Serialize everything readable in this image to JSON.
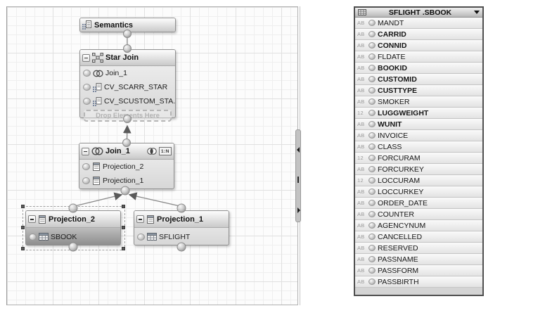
{
  "diagram": {
    "semantics": {
      "label": "Semantics"
    },
    "star_join": {
      "title": "Star Join",
      "items": [
        {
          "label": "Join_1"
        },
        {
          "label": "CV_SCARR_STAR"
        },
        {
          "label": "CV_SCUSTOM_STA."
        }
      ],
      "drop_zone_label": "Drop Elements Here"
    },
    "join": {
      "title": "Join_1",
      "cardinality": "1:N",
      "items": [
        {
          "label": "Projection_2"
        },
        {
          "label": "Projection_1"
        }
      ]
    },
    "projection_2": {
      "title": "Projection_2",
      "source": "SBOOK",
      "selected": true
    },
    "projection_1": {
      "title": "Projection_1",
      "source": "SFLIGHT",
      "selected": false
    }
  },
  "panel": {
    "title": "SFLIGHT .SBOOK",
    "header_icon": "table-icon",
    "dropdown_icon": "chevron-down-icon",
    "columns": [
      {
        "type": "AB",
        "name": "MANDT",
        "bold": false
      },
      {
        "type": "AB",
        "name": "CARRID",
        "bold": true
      },
      {
        "type": "AB",
        "name": "CONNID",
        "bold": true
      },
      {
        "type": "AB",
        "name": "FLDATE",
        "bold": false
      },
      {
        "type": "AB",
        "name": "BOOKID",
        "bold": true
      },
      {
        "type": "AB",
        "name": "CUSTOMID",
        "bold": true
      },
      {
        "type": "AB",
        "name": "CUSTTYPE",
        "bold": true
      },
      {
        "type": "AB",
        "name": "SMOKER",
        "bold": false
      },
      {
        "type": "12",
        "name": "LUGGWEIGHT",
        "bold": true
      },
      {
        "type": "AB",
        "name": "WUNIT",
        "bold": true
      },
      {
        "type": "AB",
        "name": "INVOICE",
        "bold": false
      },
      {
        "type": "AB",
        "name": "CLASS",
        "bold": false
      },
      {
        "type": "12",
        "name": "FORCURAM",
        "bold": false
      },
      {
        "type": "AB",
        "name": "FORCURKEY",
        "bold": false
      },
      {
        "type": "12",
        "name": "LOCCURAM",
        "bold": false
      },
      {
        "type": "AB",
        "name": "LOCCURKEY",
        "bold": false
      },
      {
        "type": "AB",
        "name": "ORDER_DATE",
        "bold": false
      },
      {
        "type": "AB",
        "name": "COUNTER",
        "bold": false
      },
      {
        "type": "AB",
        "name": "AGENCYNUM",
        "bold": false
      },
      {
        "type": "AB",
        "name": "CANCELLED",
        "bold": false
      },
      {
        "type": "AB",
        "name": "RESERVED",
        "bold": false
      },
      {
        "type": "AB",
        "name": "PASSNAME",
        "bold": false
      },
      {
        "type": "AB",
        "name": "PASSFORM",
        "bold": false
      },
      {
        "type": "AB",
        "name": "PASSBIRTH",
        "bold": false
      }
    ]
  },
  "colors": {
    "figure_border": "#1a1a1a",
    "node_border": "#8f8f8f",
    "selected_node_fill": "#9a9a9a",
    "grid_line": "#efefef",
    "connector_line": "#8a8a8a"
  }
}
